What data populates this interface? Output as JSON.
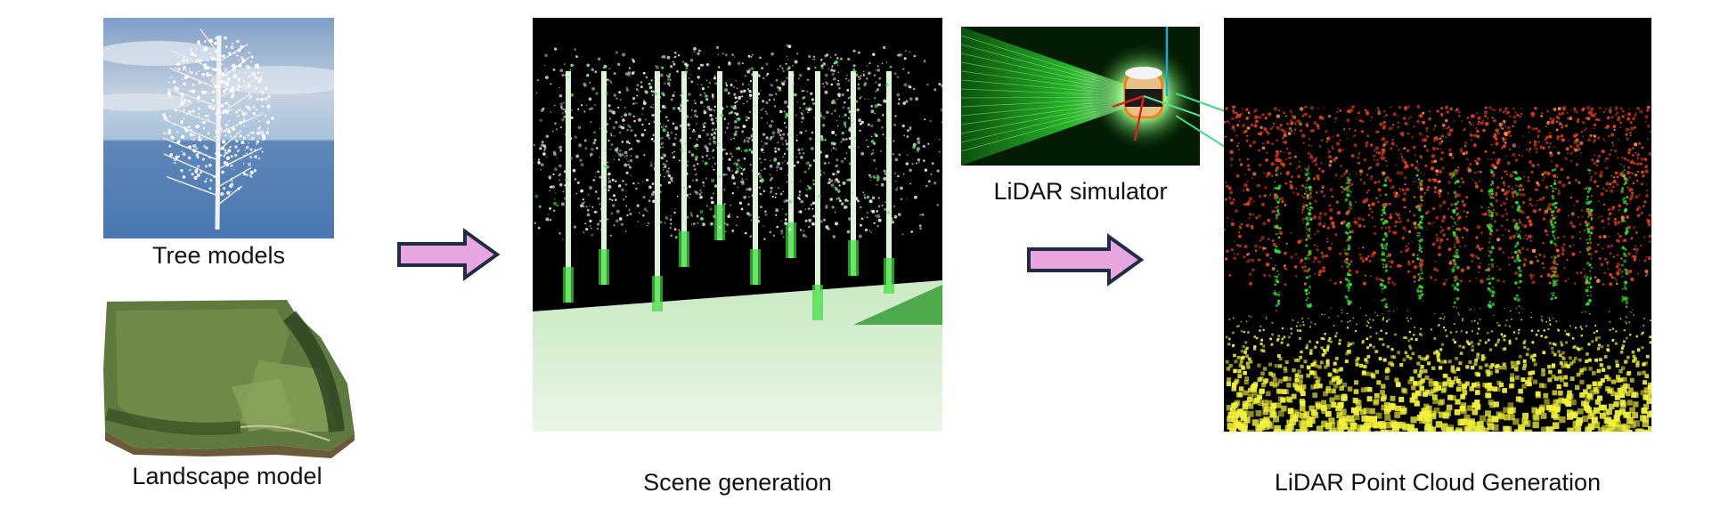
{
  "captions": {
    "tree_models": "Tree models",
    "landscape_model": "Landscape model",
    "scene_generation": "Scene generation",
    "lidar_simulator": "LiDAR simulator",
    "point_cloud_generation": "LiDAR Point Cloud Generation"
  },
  "colors": {
    "arrow_fill": "#e8a6e0",
    "arrow_stroke": "#1f2d44",
    "lidar_green": "#34e234",
    "canopy_red": "#e8401a",
    "ground_yellow": "#f2f23a"
  }
}
